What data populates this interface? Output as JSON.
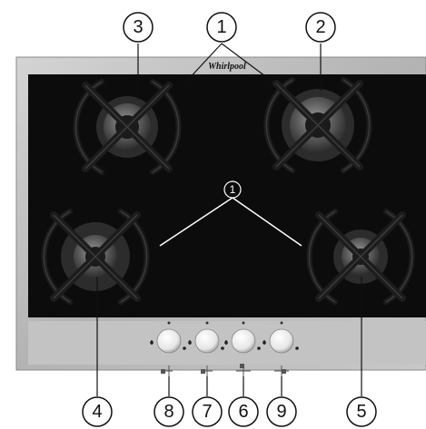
{
  "brand": {
    "logo_text": "Whirlpool"
  },
  "callouts": {
    "top": [
      "3",
      "1",
      "2"
    ],
    "center": "1",
    "bottom": [
      "4",
      "8",
      "7",
      "6",
      "9",
      "5"
    ]
  },
  "colors": {
    "frame": "#b9b9b9",
    "glass": "#0c0c0c",
    "control_strip": "#c3c3c3",
    "knob": "#f2f2f2",
    "callout_line": "#ffffff"
  },
  "burners": [
    "top-left-burner",
    "top-right-burner",
    "bottom-left-burner",
    "bottom-right-burner"
  ],
  "knobs": [
    "knob-1",
    "knob-2",
    "knob-3",
    "knob-4"
  ],
  "icons": [
    "flame-high-icon",
    "flame-low-icon",
    "burner-position-icon"
  ]
}
